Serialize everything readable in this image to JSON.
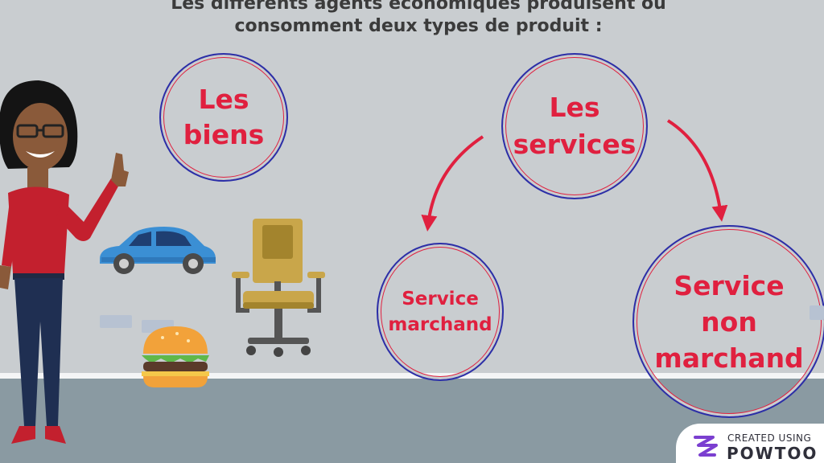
{
  "heading": {
    "line1": "Les différents agents économiques produisent ou",
    "line2": "consomment deux types de produit :"
  },
  "bubbles": {
    "biens": [
      "Les",
      "biens"
    ],
    "services": [
      "Les",
      "services"
    ],
    "marchand": [
      "Service",
      "marchand"
    ],
    "non_marchand": [
      "Service",
      "non",
      "marchand"
    ]
  },
  "badge": {
    "small": "CREATED USING",
    "brand": "POWTOO"
  },
  "colors": {
    "background": "#c9cdd0",
    "accent_red": "#e0203f",
    "ring_blue": "#2b2fa8",
    "floor": "#8a9aa2"
  },
  "icons": [
    "teacher-figure",
    "car-icon",
    "office-chair-icon",
    "burger-icon",
    "powtoon-logo-icon"
  ]
}
